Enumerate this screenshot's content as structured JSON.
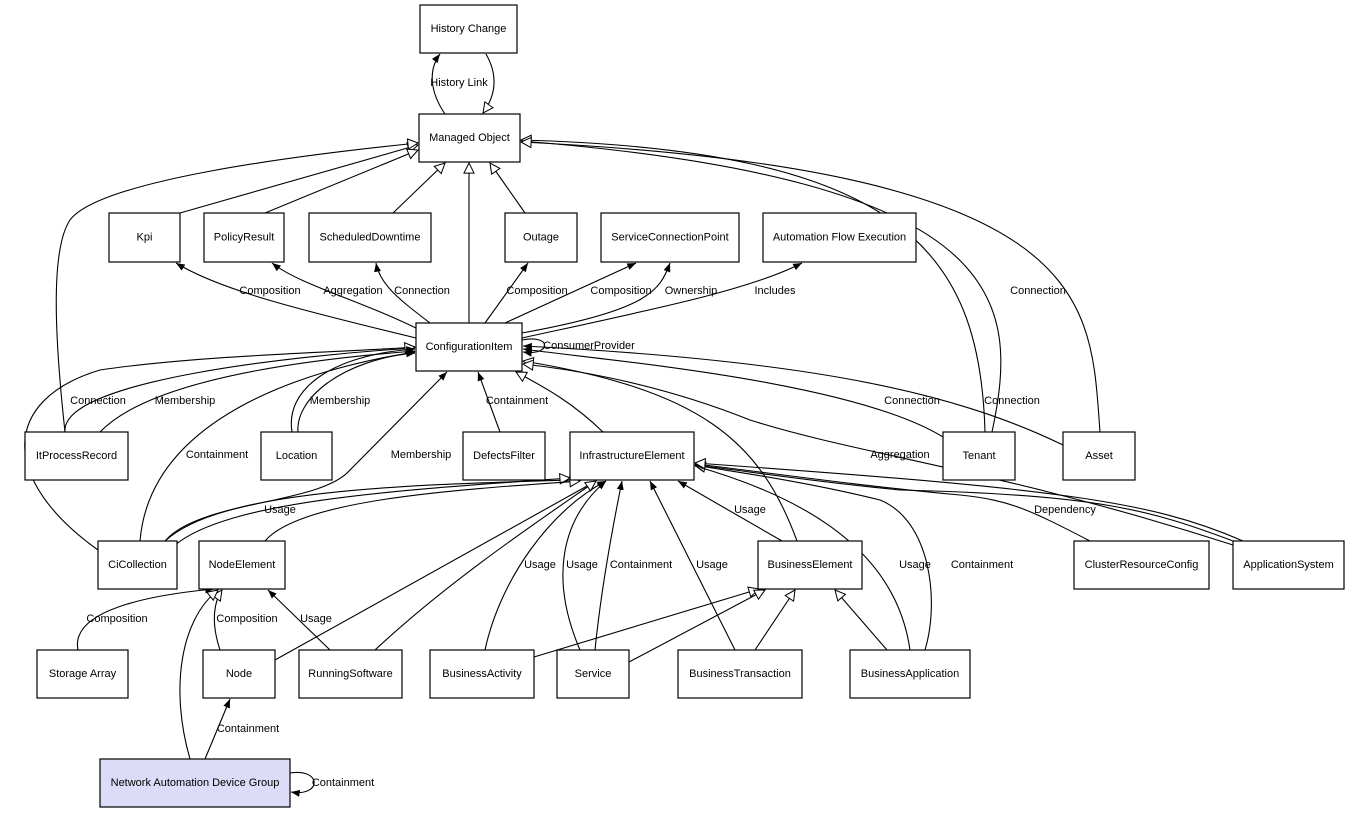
{
  "diagram": {
    "type": "class-relationship-diagram",
    "highlight_color": "#dcdcf8",
    "nodes": [
      {
        "id": "history_change",
        "label": "History Change"
      },
      {
        "id": "managed_object",
        "label": "Managed Object"
      },
      {
        "id": "kpi",
        "label": "Kpi"
      },
      {
        "id": "policy_result",
        "label": "PolicyResult"
      },
      {
        "id": "scheduled_downtime",
        "label": "ScheduledDowntime"
      },
      {
        "id": "outage",
        "label": "Outage"
      },
      {
        "id": "service_connection_point",
        "label": "ServiceConnectionPoint"
      },
      {
        "id": "automation_flow_execution",
        "label": "Automation Flow Execution"
      },
      {
        "id": "configuration_item",
        "label": "ConfigurationItem"
      },
      {
        "id": "it_process_record",
        "label": "ItProcessRecord"
      },
      {
        "id": "location",
        "label": "Location"
      },
      {
        "id": "defects_filter",
        "label": "DefectsFilter"
      },
      {
        "id": "infrastructure_element",
        "label": "InfrastructureElement"
      },
      {
        "id": "tenant",
        "label": "Tenant"
      },
      {
        "id": "asset",
        "label": "Asset"
      },
      {
        "id": "ci_collection",
        "label": "CiCollection"
      },
      {
        "id": "node_element",
        "label": "NodeElement"
      },
      {
        "id": "business_element",
        "label": "BusinessElement"
      },
      {
        "id": "cluster_resource_config",
        "label": "ClusterResourceConfig"
      },
      {
        "id": "application_system",
        "label": "ApplicationSystem"
      },
      {
        "id": "storage_array",
        "label": "Storage Array"
      },
      {
        "id": "node",
        "label": "Node"
      },
      {
        "id": "running_software",
        "label": "RunningSoftware"
      },
      {
        "id": "business_activity",
        "label": "BusinessActivity"
      },
      {
        "id": "service",
        "label": "Service"
      },
      {
        "id": "business_transaction",
        "label": "BusinessTransaction"
      },
      {
        "id": "business_application",
        "label": "BusinessApplication"
      },
      {
        "id": "network_automation_device_group",
        "label": "Network Automation Device Group",
        "highlighted": true
      }
    ],
    "edge_labels": [
      "History Link",
      "Composition",
      "Aggregation",
      "Connection",
      "Composition",
      "Composition",
      "Ownership",
      "Includes",
      "Connection",
      "ConsumerProvider",
      "Connection",
      "Membership",
      "Membership",
      "Containment",
      "Connection",
      "Connection",
      "Containment",
      "Membership",
      "Aggregation",
      "Usage",
      "Usage",
      "Dependency",
      "Usage",
      "Usage",
      "Containment",
      "Usage",
      "Usage",
      "Containment",
      "Composition",
      "Composition",
      "Usage",
      "Containment",
      "Containment"
    ]
  }
}
